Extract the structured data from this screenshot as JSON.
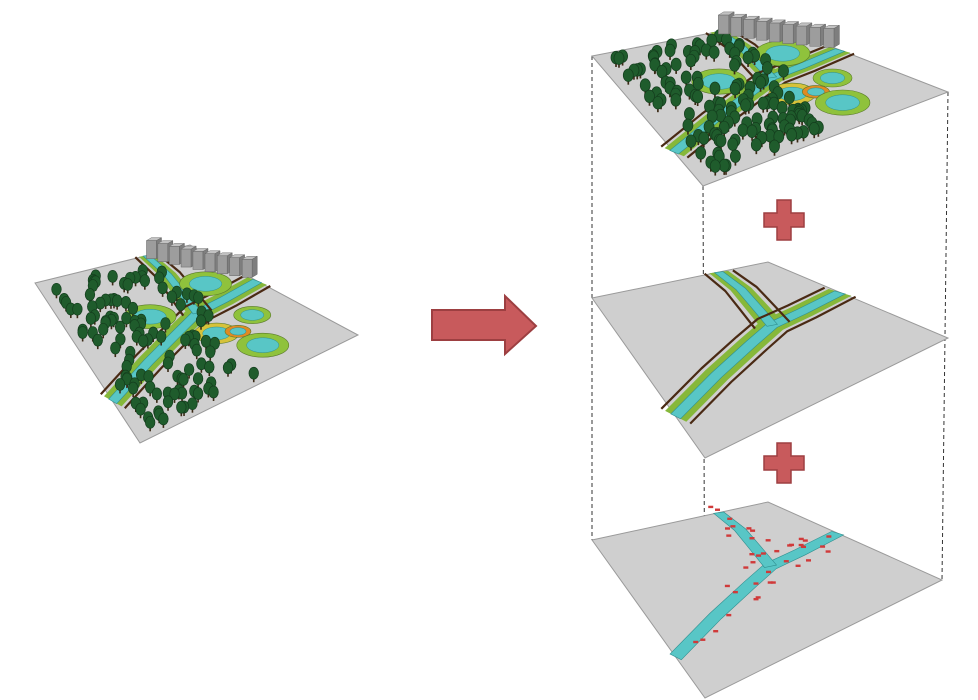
{
  "colors": {
    "plane": "#cfcfcf",
    "plane_edge": "#9a9a9a",
    "water": "#58c6c6",
    "water_edge": "#2f8f8f",
    "green_band": "#86b83a",
    "road": "#4a2a14",
    "tree": "#1f5c2c",
    "tree_dark": "#143d1d",
    "grass": "#8fc23c",
    "yellow": "#d6c23a",
    "orange": "#e08a22",
    "building": "#9d9d9d",
    "building_top": "#c2c2c2",
    "arrow": "#c85a5c",
    "arrow_edge": "#9d3f41",
    "plus": "#c85a5c",
    "poi": "#d03a3a",
    "guide": "#333333"
  },
  "diagram": {
    "nodes": [
      {
        "id": "full-plan",
        "role": "source"
      },
      {
        "id": "layer-top",
        "role": "composite"
      },
      {
        "id": "layer-middle",
        "role": "road-network"
      },
      {
        "id": "layer-bottom",
        "role": "water-and-points"
      }
    ],
    "edges": [
      {
        "from": "full-plan",
        "to": "layer-top",
        "symbol": "arrow"
      },
      {
        "from": "layer-top",
        "to": "layer-middle",
        "symbol": "plus"
      },
      {
        "from": "layer-middle",
        "to": "layer-bottom",
        "symbol": "plus"
      }
    ]
  }
}
